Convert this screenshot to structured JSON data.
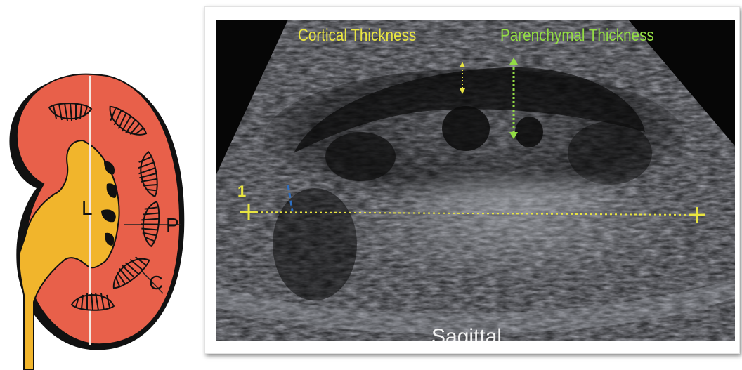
{
  "diagram": {
    "labels": {
      "lobe": "L",
      "pyramid": "P",
      "cortex": "C"
    }
  },
  "ultrasound": {
    "measure_labels": {
      "cortical": "Cortical Thickness",
      "parenchymal": "Parenchymal Thickness"
    },
    "caliper_marker": "1",
    "view_label": "Sagittal",
    "colors": {
      "cortical": "#e9e541",
      "parenchymal": "#93dc45",
      "caliper": "#e9e541",
      "marker": "#2f6fc0"
    }
  }
}
